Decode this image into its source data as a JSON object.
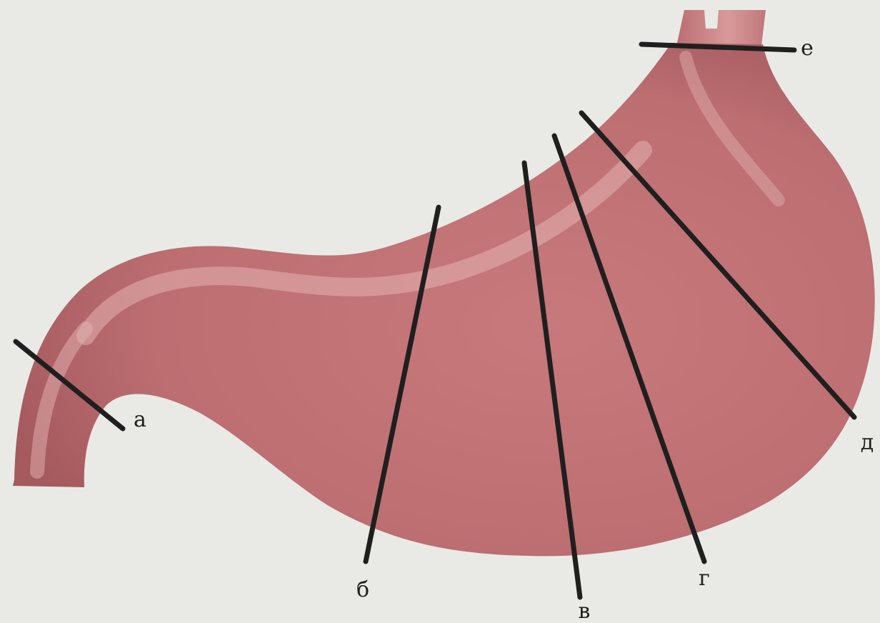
{
  "diagram": {
    "labels": {
      "a": "а",
      "b": "б",
      "v": "в",
      "g": "г",
      "d": "д",
      "e": "е"
    }
  },
  "colors": {
    "background": "#e9eae5",
    "organ_fill": "#c4787a",
    "organ_shadow": "#a8585c",
    "organ_highlight": "#e3b3b3",
    "leader_line": "#1f1f1f"
  }
}
